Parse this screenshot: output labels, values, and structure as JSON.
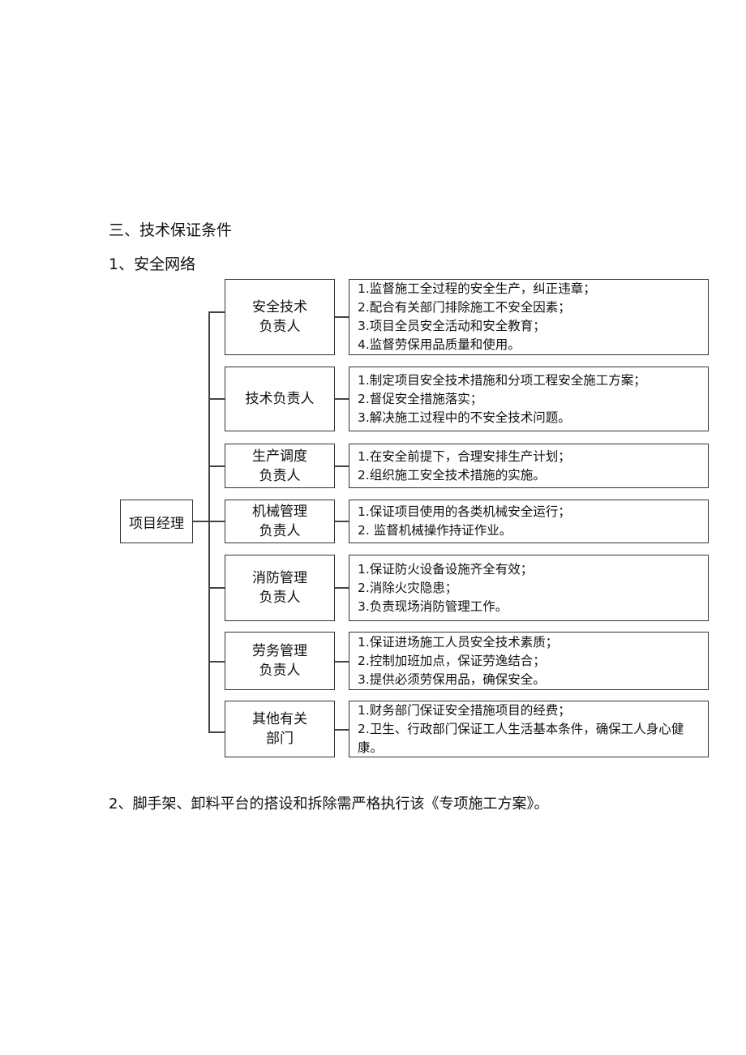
{
  "section_title": "三、技术保证条件",
  "subsection_title": "1、安全网络",
  "chart": {
    "root": "项目经理",
    "branches": [
      {
        "role_lines": [
          "安全技术",
          "负责人"
        ],
        "duties": [
          "1.监督施工全过程的安全生产，纠正违章；",
          "2.配合有关部门排除施工不安全因素；",
          "3.项目全员安全活动和安全教育；",
          "4.监督劳保用品质量和使用。"
        ]
      },
      {
        "role_lines": [
          "技术负责人"
        ],
        "duties": [
          "1.制定项目安全技术措施和分项工程安全施工方案；",
          "2.督促安全措施落实；",
          "3.解决施工过程中的不安全技术问题。"
        ]
      },
      {
        "role_lines": [
          "生产调度",
          "负责人"
        ],
        "duties": [
          "1.在安全前提下，合理安排生产计划；",
          "2.组织施工安全技术措施的实施。"
        ]
      },
      {
        "role_lines": [
          "机械管理",
          "负责人"
        ],
        "duties": [
          "1.保证项目使用的各类机械安全运行；",
          "2. 监督机械操作持证作业。"
        ]
      },
      {
        "role_lines": [
          "消防管理",
          "负责人"
        ],
        "duties": [
          "1.保证防火设备设施齐全有效；",
          "2.消除火灾隐患；",
          "3.负责现场消防管理工作。"
        ]
      },
      {
        "role_lines": [
          "劳务管理",
          "负责人"
        ],
        "duties": [
          "1.保证进场施工人员安全技术素质；",
          "2.控制加班加点，保证劳逸结合；",
          "3.提供必须劳保用品，确保安全。"
        ]
      },
      {
        "role_lines": [
          "其他有关",
          "部门"
        ],
        "duties": [
          "1.财务部门保证安全措施项目的经费；",
          "2.卫生、行政部门保证工人生活基本条件，确保工人身心健康。"
        ]
      }
    ]
  },
  "paragraph_2": "2、脚手架、卸料平台的搭设和拆除需严格执行该《专项施工方案》。"
}
